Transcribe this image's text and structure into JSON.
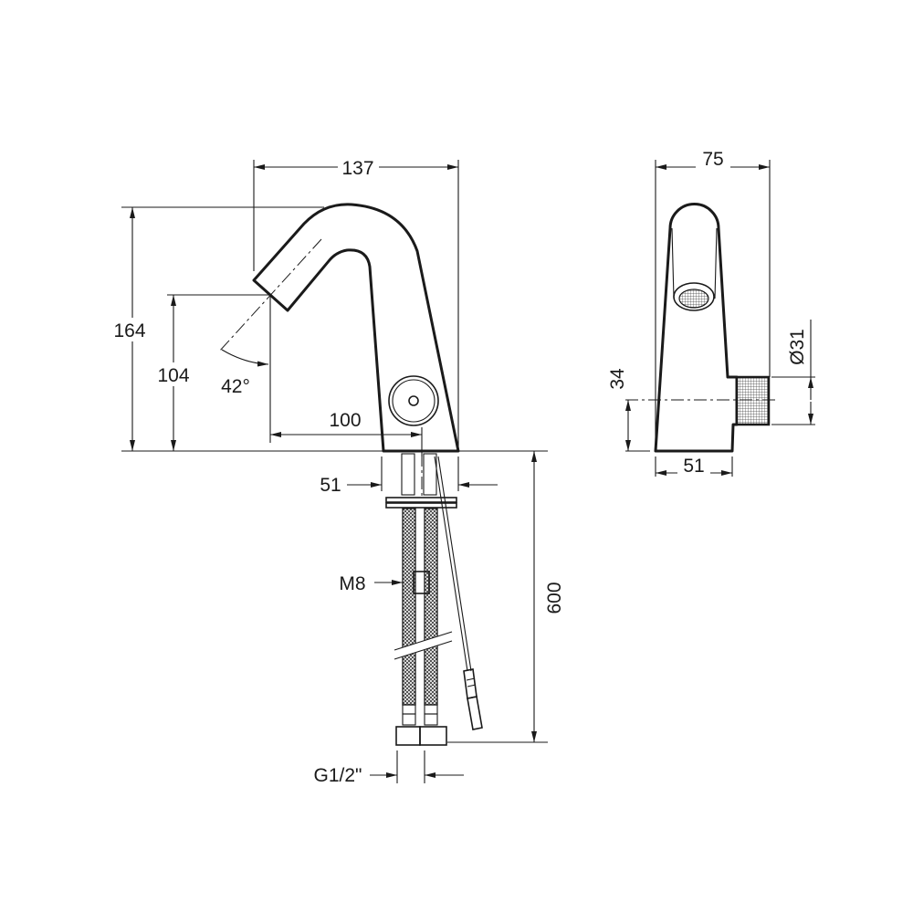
{
  "drawing": {
    "front_view": {
      "width_label": "137",
      "height_label": "164",
      "spout_height_label": "104",
      "angle_label": "42°",
      "reach_label": "100",
      "base_label": "51",
      "thread_label": "M8",
      "hose_length_label": "600",
      "connection_label": "G1/2\""
    },
    "side_view": {
      "depth_label": "75",
      "inlet_height_label": "34",
      "diameter_label": "Ø31",
      "base_label": "51"
    },
    "line_color": "#1a1a1a"
  }
}
